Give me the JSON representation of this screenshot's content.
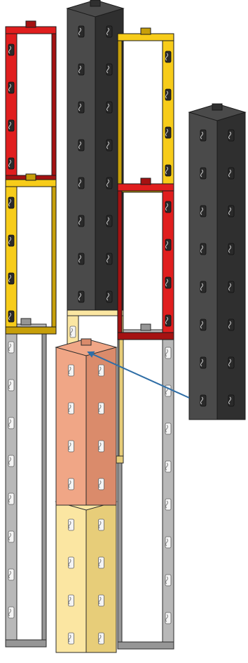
{
  "diagram": {
    "kind": "building-block assembly step",
    "text": "",
    "arrow": {
      "from": "loose-dark-grey-column",
      "to": "peach-column-top-stud"
    },
    "colors": {
      "dark_grey": "#4a4a4a",
      "dark_grey_light": "#6a6a6a",
      "dark_grey_dark": "#2f2f2f",
      "red": "#e01e1e",
      "red_dark": "#a51212",
      "yellow": "#f7cc1a",
      "yellow_dark": "#c79f0a",
      "ghost_grey": "#b3b3b3",
      "ghost_grey_dark": "#8e8e8e",
      "ghost_peach": "#ef9f7c",
      "ghost_peach_dark": "#d7825f",
      "ghost_yellow": "#fbe49b",
      "ghost_yellow_dark": "#e6c96e",
      "slot_dark": "#2a2a2a",
      "slot_light": "#f4f4f4",
      "arrow": "#2f6ea6",
      "outline": "#1a1a1a"
    },
    "parts": [
      {
        "name": "ghost-grey-frame-left",
        "color_key": "ghost_grey"
      },
      {
        "name": "ghost-grey-frame-right",
        "color_key": "ghost_grey"
      },
      {
        "name": "ghost-yellow-frame",
        "color_key": "ghost_yellow"
      },
      {
        "name": "ghost-peach-column",
        "color_key": "ghost_peach"
      },
      {
        "name": "ghost-yellow-column",
        "color_key": "ghost_yellow"
      },
      {
        "name": "red-frame-left",
        "color_key": "red"
      },
      {
        "name": "yellow-frame-left",
        "color_key": "yellow"
      },
      {
        "name": "dark-grey-frame-center",
        "color_key": "dark_grey"
      },
      {
        "name": "yellow-frame-right",
        "color_key": "yellow"
      },
      {
        "name": "red-frame-right",
        "color_key": "red"
      },
      {
        "name": "loose-dark-grey-column",
        "color_key": "dark_grey"
      }
    ]
  }
}
